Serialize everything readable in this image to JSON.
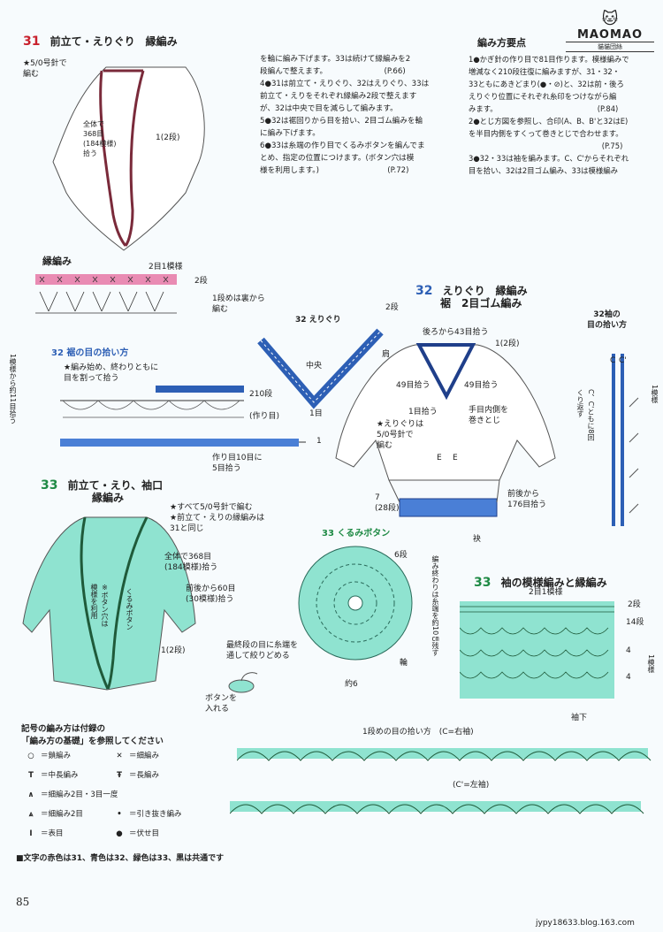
{
  "logo": {
    "text": "MAOMAO",
    "sub": "貓貓団絲"
  },
  "section31": {
    "num": "31",
    "title": "前立て・えりぐり　縁編み",
    "note": "★5/0号針で\n編む",
    "stitch_label": "全体で\n368目\n(184模様)\n拾う",
    "rows_label": "1(2段)",
    "border_title": "縁編み",
    "pattern2": "2目1模様",
    "rows2": "2段",
    "rowstart": "1段めは裏から\n編む"
  },
  "instructions_mid": "を輪に編み下げます。33は続けて縁編みを2\n段編んで整えます。　　　　　　　　(P.66)\n4●31は前立て・えりぐり、32はえりぐり、33は\n前立て・えりをそれぞれ縁編み2段で整えます\nが、32は中央で目を減らして編みます。\n5●32は裾回りから目を拾い、2目ゴム編みを輪\nに編み下げます。\n6●33は糸端の作り目でくるみボタンを編んでま\nとめ、指定の位置につけます。(ボタン穴は模\n様を利用します。)　　　　　　　　　(P.72)",
  "method": {
    "title": "編み方要点",
    "body": "1●かぎ針の作り目で81目作ります。模様編みで\n増減なく210段往復に編みますが、31・32・\n33ともにあきどまり(●・⊘)と、32は前・後ろ\nえりぐり位置にそれぞれ糸印をつけながら編\nみます。　　　　　　　　　　　　　　(P.84)\n2●とじ方図を参照し、合印(A、B、B'と32はE)\nを半目内側をすくって巻きとじで合わせます。\n　　　　　　　　　　　　　　　　　　(P.75)\n3●32・33は袖を編みます。C、C'からそれぞれ\n目を拾い、32は2目ゴム編み、33は模様編み"
  },
  "hem32": {
    "title": "32 裾の目の拾い方",
    "note": "★編み始め、終わりともに\n目を割って拾う",
    "rows": "210段",
    "cast": "(作り目)",
    "pickup": "作り目10目に\n5目拾う",
    "side": "1模様から約11目拾う",
    "one": "1"
  },
  "section32": {
    "num": "32",
    "title": "えりぐり　縁編み",
    "title2": "裾　2目ゴム編み",
    "collar": "32 えりぐり",
    "center": "中央",
    "one": "1目",
    "shoulder": "肩",
    "twoRows": "2段",
    "back": "後ろから43目拾う",
    "front49L": "49目拾う",
    "front49R": "49目拾う",
    "one2": "1目拾う",
    "note": "★えりぐりは\n5/0号針で\n編む",
    "hem1": "1(2段)",
    "slit": "手目内側を\n巻きとじ",
    "E": "E",
    "E2": "E",
    "hem7": "7\n(28段)",
    "hemFront": "前後から\n176目拾う",
    "ribbon": "袂",
    "sleeve": "32袖の\n目の拾い方",
    "C": "C",
    "Cp": "C'",
    "crow": "C、C'ともに8回\nくり返す",
    "mot": "1模様"
  },
  "section33": {
    "num": "33",
    "title": "前立て・えり、袖口",
    "title2": "縁編み",
    "note1": "★すべて5/0号針で編む",
    "note2": "★前立て・えりの縁編みは\n31と同じ",
    "count": "全体で368目\n(184模様)拾う",
    "sleeve": "前後から60目\n(30模様)拾う",
    "btnhole": "※ボタン穴は\n模様を利用",
    "button": "くるみボタン",
    "rows": "1(2段)"
  },
  "button33": {
    "title": "33 くるみボタン",
    "rows": "6段",
    "side": "編み終わりは糸端を約10㎝残す",
    "stitch": "輪",
    "dia": "約6",
    "thread": "最終段の目に糸端を\n通して絞りどめる",
    "insert": "ボタンを\n入れる"
  },
  "sleeve33": {
    "num": "33",
    "title": "袖の模様編みと縁編み",
    "pattern": "2目1模様",
    "r2": "2段",
    "r14": "14段",
    "r4": "4",
    "r4b": "4",
    "mot": "1模様",
    "under": "袖下"
  },
  "pickup33": {
    "title": "1段めの目の拾い方　(C=右袖)",
    "title2": "(C'=左袖)"
  },
  "legend": {
    "title": "記号の編み方は付録の\n「編み方の基礎」を参照してください",
    "items": [
      {
        "sym": "○",
        "label": "＝鎖編み"
      },
      {
        "sym": "✕",
        "label": "＝細編み"
      },
      {
        "sym": "T",
        "label": "＝中長編み"
      },
      {
        "sym": "Ŧ",
        "label": "＝長編み"
      },
      {
        "sym": "∧",
        "label": "＝細編み2目・3目一度"
      },
      {
        "sym": "⩓",
        "label": "＝細編み2目"
      },
      {
        "sym": "•",
        "label": "＝引き抜き編み"
      },
      {
        "sym": "I",
        "label": "＝表目"
      },
      {
        "sym": "●",
        "label": "＝伏せ目"
      }
    ]
  },
  "footer": {
    "note": "■文字の赤色は31、青色は32、緑色は33、黒は共通です",
    "page": "85",
    "watermark": "jypy18633.blog.163.com"
  },
  "colors": {
    "red": "#c8202c",
    "blue": "#2d5fb5",
    "green": "#1f8a45",
    "aqua": "#7fe0cd",
    "lightblue": "#cfe6f7",
    "pink": "#e98bb3"
  }
}
